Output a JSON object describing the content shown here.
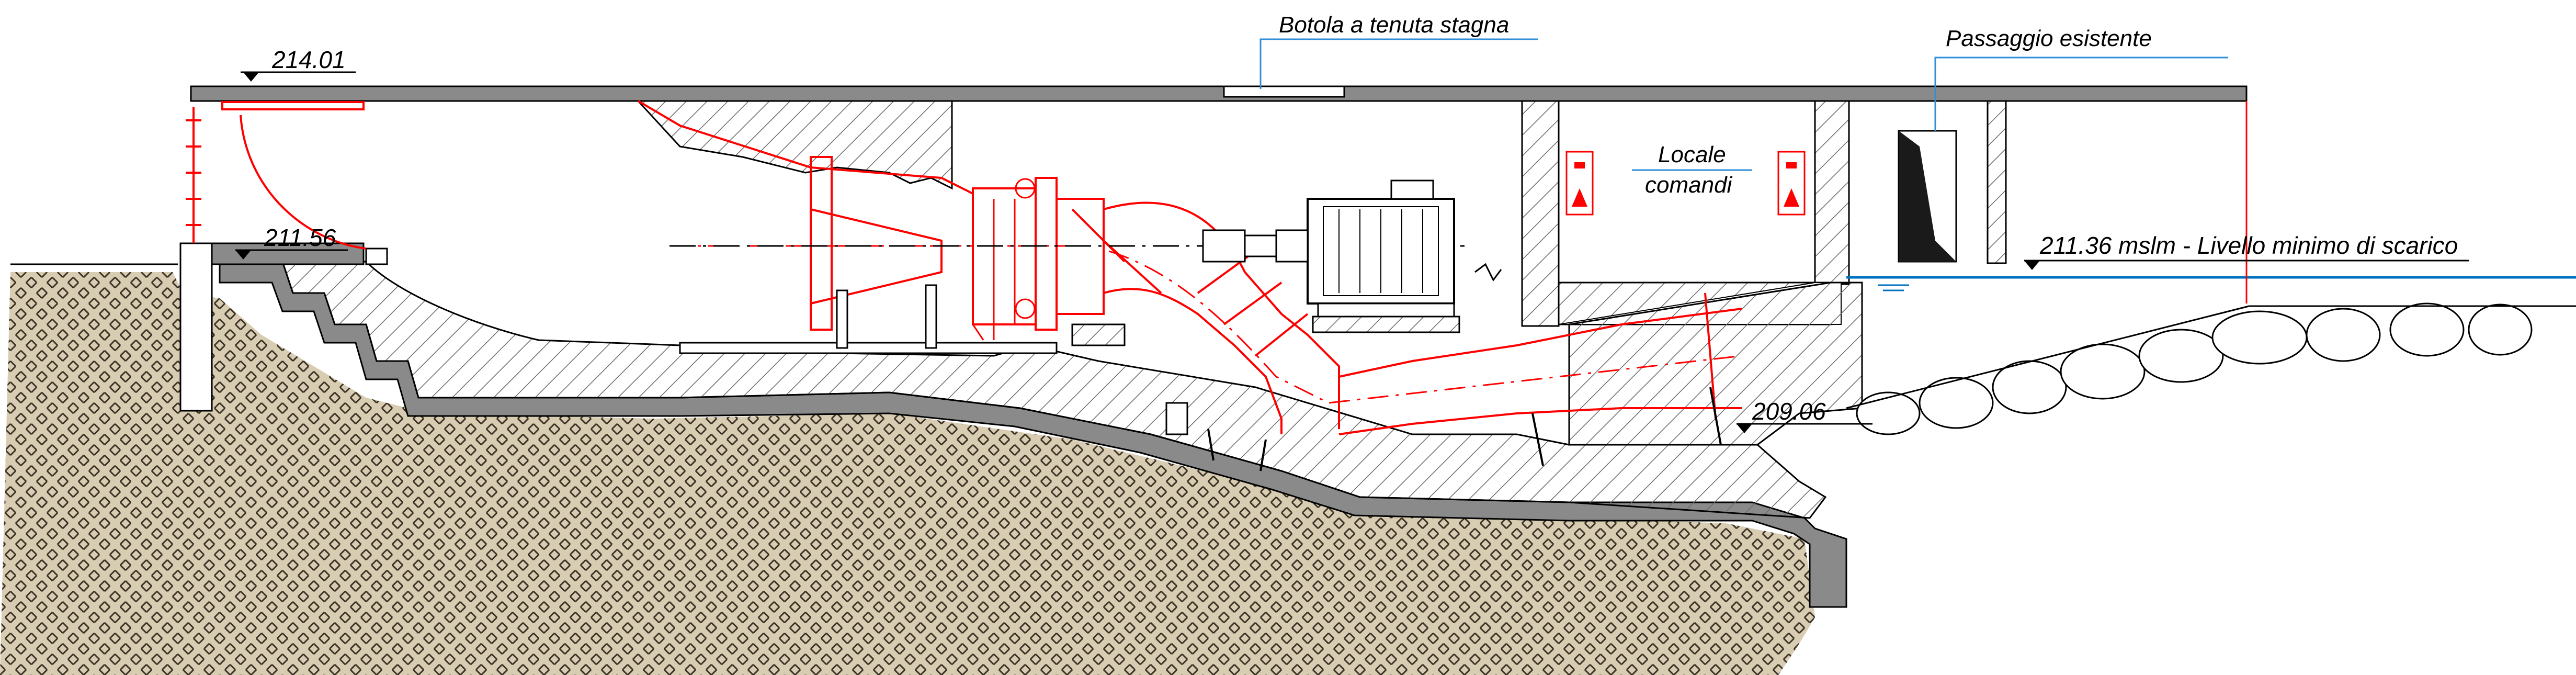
{
  "labels": {
    "elev_top": "214.01",
    "elev_inlet": "211.56",
    "elev_bottom": "209.06",
    "discharge_level": "211.36 mslm - Livello minimo di scarico",
    "hatch": "Botola a tenuta stagna",
    "existing_passage": "Passaggio esistente",
    "control_room_line1": "Locale",
    "control_room_line2": "comandi"
  },
  "colors": {
    "concrete_outline": "#000000",
    "concrete_fill": "#d9d9d9",
    "hatch_lines": "#555555",
    "soil_fill": "#d8ccb2",
    "soil_pattern": "#3a3224",
    "turbine_red": "#ff0000",
    "water_blue": "#0070c0",
    "leader_blue": "#2f8fd8",
    "wall_grey": "#808080"
  },
  "icons": {
    "elevation_marker": "triangle-down-icon",
    "electrical_panel": "warning-panel-icon",
    "generator": "generator-motor-icon"
  }
}
